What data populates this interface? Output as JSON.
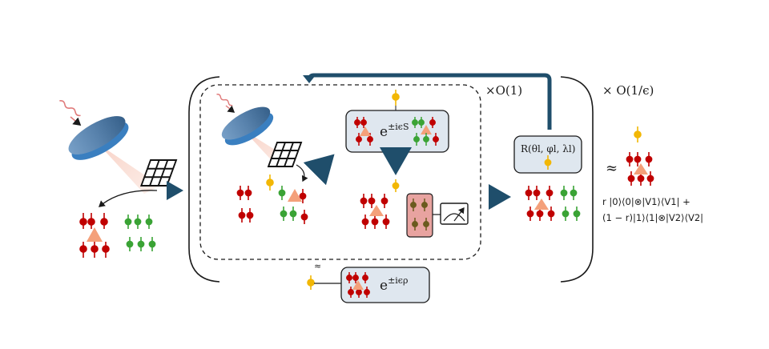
{
  "labels": {
    "inner_repeat": "×O(1)",
    "outer_repeat": "× O(1/ϵ)",
    "unitary_s": "e±iϵS",
    "unitary_s_base": "e",
    "unitary_s_exp": "±iϵS",
    "unitary_rho_base": "e",
    "unitary_rho_exp": "±iϵρ",
    "rotation": "R(θl, φl, λl)",
    "approx": "≈",
    "approx_small": "≈",
    "result_line1": "r |0⟩⟨0|⊗|V1⟩⟨V1| +",
    "result_line2": "(1 − r)|1⟩⟨1|⊗|V2⟩⟨V2|"
  },
  "colors": {
    "red_spin": "#c00000",
    "green_spin": "#3aa335",
    "yellow_spin": "#f2b705",
    "orange_triangle": "#f4a07a",
    "box_fill": "#dfe7ef",
    "arrow_dark": "#1f4e6b",
    "measurement_fill": "#e8a3a0",
    "lens_blue": "#3a7fc0"
  }
}
